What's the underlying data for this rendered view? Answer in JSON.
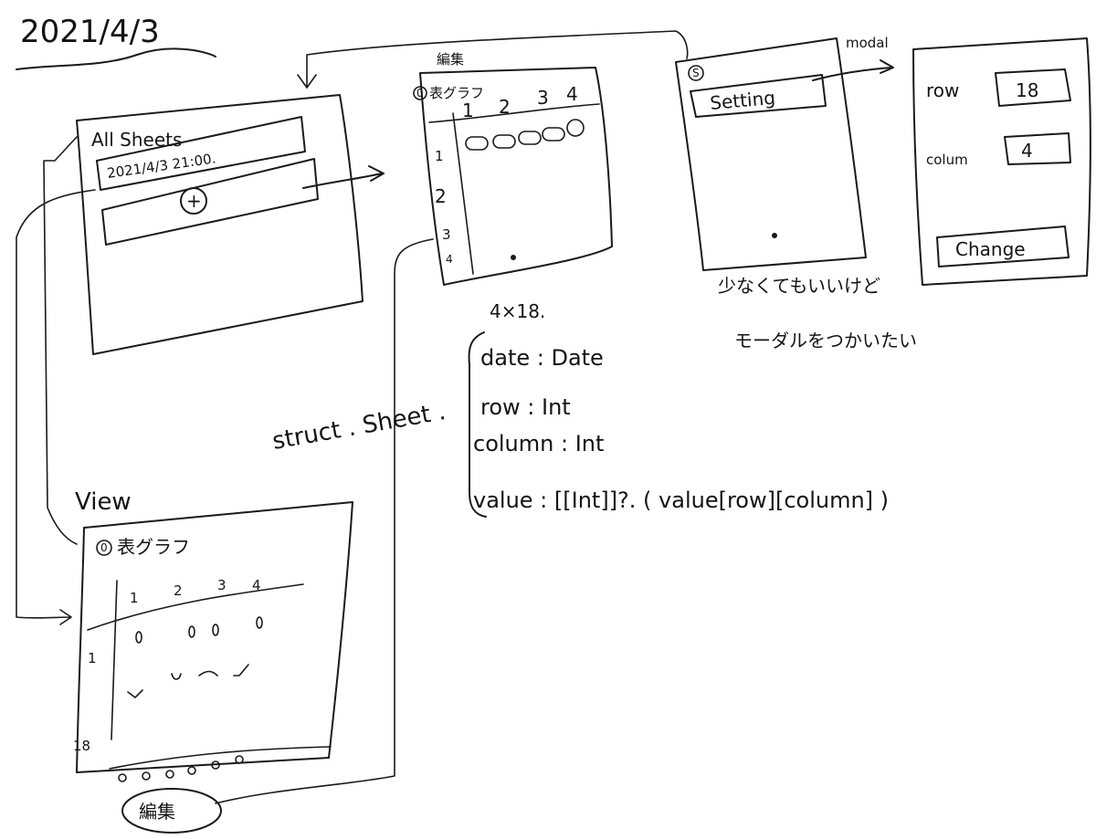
{
  "date_title": "2021/4/3",
  "all_sheets": {
    "title": "All Sheets",
    "row_entry": "2021/4/3 21:00.",
    "add_symbol": "+"
  },
  "edit_screen": {
    "label": "編集",
    "sheet_icon": "0",
    "sheet_title": "表グラフ",
    "col_headers": [
      "1",
      "2",
      "3",
      "4"
    ],
    "row_headers": [
      "1",
      "2",
      "3",
      "4"
    ],
    "size_note": "4×18."
  },
  "settings_screen": {
    "icon": "S",
    "button": "Setting",
    "modal_label": "modal",
    "note_line1": "少なくてもいいけど",
    "note_line2": "モーダルをつかいたい"
  },
  "modal_screen": {
    "row_label": "row",
    "row_value": "18",
    "column_label": "colum",
    "column_value": "4",
    "change_button": "Change"
  },
  "struct_def": {
    "title": "struct . Sheet .",
    "fields": [
      "date : Date",
      "row : Int",
      "column : Int",
      "value : [[Int]]?. ( value[row][column] )"
    ]
  },
  "view_screen": {
    "label": "View",
    "sheet_icon": "0",
    "sheet_title": "表グラフ",
    "col_headers": [
      "1",
      "2",
      "3",
      "4"
    ],
    "row_label_1": "1",
    "row_label_18": "18",
    "footer_button": "編集"
  }
}
